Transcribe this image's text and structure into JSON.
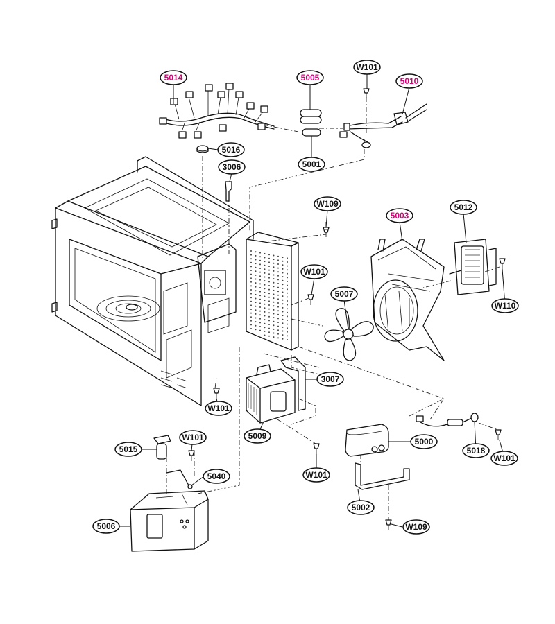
{
  "callouts": [
    {
      "id": "c5014",
      "label": "5014",
      "highlight": true
    },
    {
      "id": "c5005",
      "label": "5005",
      "highlight": true
    },
    {
      "id": "cW101a",
      "label": "W101",
      "highlight": false
    },
    {
      "id": "c5010",
      "label": "5010",
      "highlight": true
    },
    {
      "id": "c5016",
      "label": "5016",
      "highlight": false
    },
    {
      "id": "c5001",
      "label": "5001",
      "highlight": false
    },
    {
      "id": "c3006",
      "label": "3006",
      "highlight": false
    },
    {
      "id": "cW109a",
      "label": "W109",
      "highlight": false
    },
    {
      "id": "c5003",
      "label": "5003",
      "highlight": true
    },
    {
      "id": "c5012",
      "label": "5012",
      "highlight": false
    },
    {
      "id": "cW101b",
      "label": "W101",
      "highlight": false
    },
    {
      "id": "c5007",
      "label": "5007",
      "highlight": false
    },
    {
      "id": "cW110",
      "label": "W110",
      "highlight": false
    },
    {
      "id": "c3007",
      "label": "3007",
      "highlight": false
    },
    {
      "id": "cW101c",
      "label": "W101",
      "highlight": false
    },
    {
      "id": "c5009",
      "label": "5009",
      "highlight": false
    },
    {
      "id": "c5000",
      "label": "5000",
      "highlight": false
    },
    {
      "id": "c5018",
      "label": "5018",
      "highlight": false
    },
    {
      "id": "cW101d",
      "label": "W101",
      "highlight": false
    },
    {
      "id": "c5015",
      "label": "5015",
      "highlight": false
    },
    {
      "id": "cW101e",
      "label": "W101",
      "highlight": false
    },
    {
      "id": "cW101f",
      "label": "W101",
      "highlight": false
    },
    {
      "id": "c5040",
      "label": "5040",
      "highlight": false
    },
    {
      "id": "c5002",
      "label": "5002",
      "highlight": false
    },
    {
      "id": "c5006",
      "label": "5006",
      "highlight": false
    },
    {
      "id": "cW109b",
      "label": "W109",
      "highlight": false
    }
  ],
  "colors": {
    "highlight": "#d6007a",
    "ink": "#111111",
    "background": "#ffffff"
  }
}
